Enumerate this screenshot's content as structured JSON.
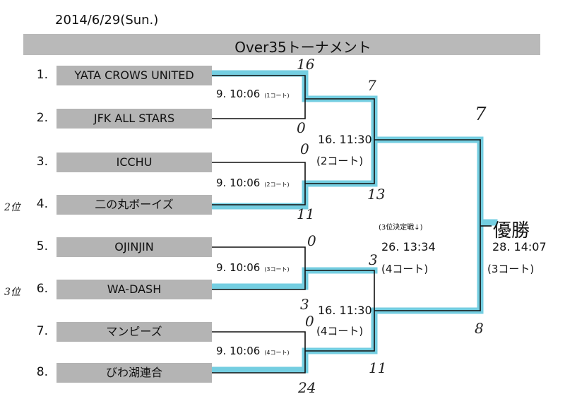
{
  "header": {
    "date": "2014/6/29(Sun.)",
    "title": "Over35トーナメント"
  },
  "teams": [
    {
      "num": "1.",
      "name": "YATA CROWS UNITED"
    },
    {
      "num": "2.",
      "name": "JFK ALL STARS"
    },
    {
      "num": "3.",
      "name": "ICCHU"
    },
    {
      "num": "4.",
      "name": "二の丸ボーイズ"
    },
    {
      "num": "5.",
      "name": "OJINJIN"
    },
    {
      "num": "6.",
      "name": "WA-DASH"
    },
    {
      "num": "7.",
      "name": "マンピーズ"
    },
    {
      "num": "8.",
      "name": "びわ湖連合"
    }
  ],
  "round1": [
    {
      "label": "9. 10:06",
      "court": "(1コート)"
    },
    {
      "label": "9. 10:06",
      "court": "(2コート)"
    },
    {
      "label": "9. 10:06",
      "court": "(3コート)"
    },
    {
      "label": "9. 10:06",
      "court": "(4コート)"
    }
  ],
  "round2": [
    {
      "label": "16. 11:30",
      "court": "(2コート)"
    },
    {
      "label": "16. 11:30",
      "court": "(4コート)"
    }
  ],
  "third_place": {
    "note": "(3位決定戦↓)",
    "label": "26. 13:34",
    "court": "(4コート)"
  },
  "final": {
    "winner_label": "優勝",
    "label": "28. 14:07",
    "court": "(3コート)"
  },
  "handwritten": {
    "scores": [
      "16",
      "0",
      "0",
      "11",
      "0",
      "3",
      "0",
      "24",
      "7",
      "13",
      "3",
      "11",
      "7",
      "8"
    ],
    "rank_notes": [
      "2位",
      "3位"
    ]
  },
  "colors": {
    "highlight": "#5cc6dc",
    "bar": "#b9b9b9"
  }
}
